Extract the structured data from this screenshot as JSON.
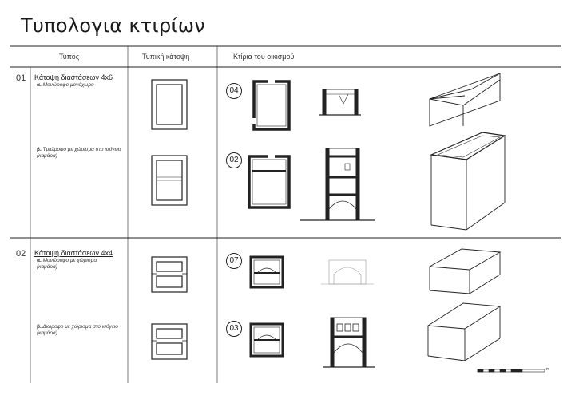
{
  "title": "Τυπολογια κτιρίων",
  "headers": {
    "type": "Τύπος",
    "typical_plan": "Τυπική κάτοψη",
    "settlement_buildings": "Κτίρια του οικισμού"
  },
  "rows": [
    {
      "number": "01",
      "title": "Κάτοψη διαστάσεων 4x6",
      "variants": [
        {
          "letter": "α.",
          "text": "Μονώροφο μονόχωρο",
          "code": "04"
        },
        {
          "letter": "β.",
          "text": "Τριώροφο με χώρισμα στο ισόγειο (καμάρα)",
          "code": "02"
        }
      ]
    },
    {
      "number": "02",
      "title": "Κάτοψη διαστάσεων 4x4",
      "variants": [
        {
          "letter": "α.",
          "text": "Μονώροφο με χώρισμα (καμάρα)",
          "code": "07"
        },
        {
          "letter": "β.",
          "text": "Διώροφο με χώρισμα στο ισόγειο (καμάρα)",
          "code": "03"
        }
      ]
    }
  ],
  "scale_bar_label": "m"
}
